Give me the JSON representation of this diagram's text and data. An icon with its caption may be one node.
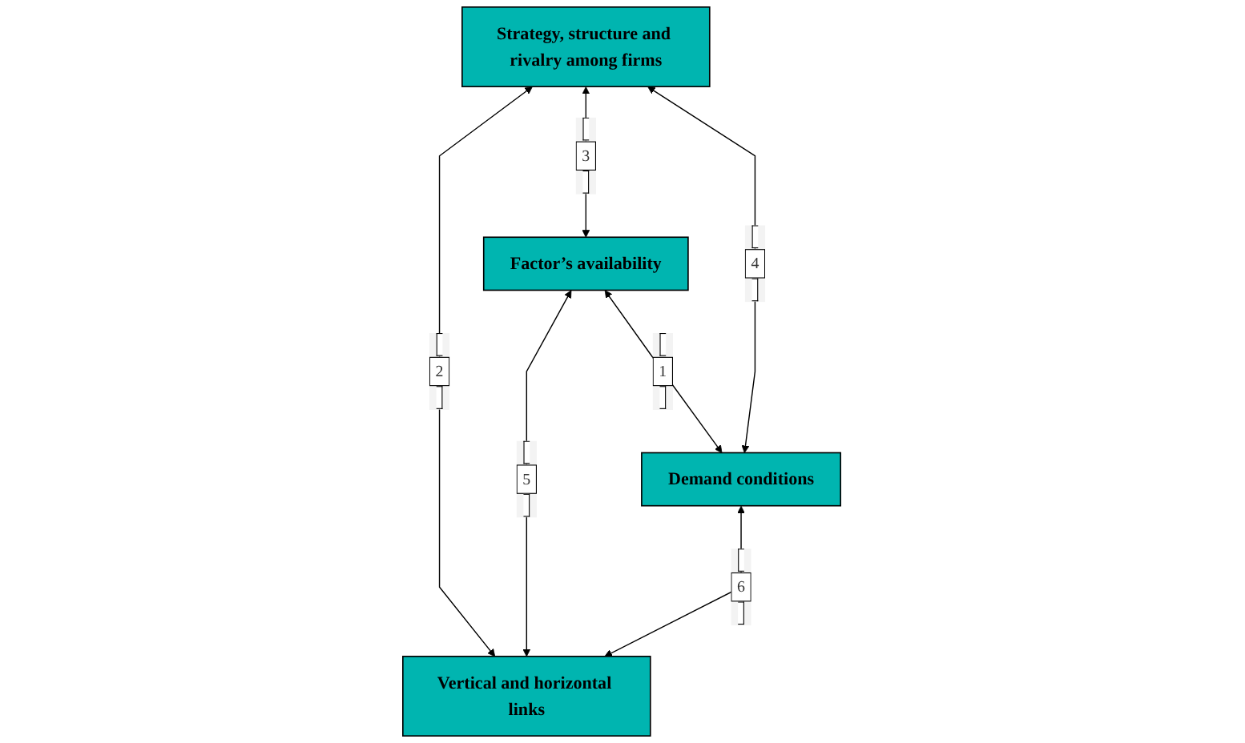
{
  "diagram": {
    "nodes": [
      {
        "text": [
          "Strategy, structure and rivalry among firms"
        ]
      },
      {
        "text": [
          "Factor’s availability"
        ]
      },
      {
        "text": [
          "Demand conditions"
        ]
      },
      {
        "text": [
          "Vertical and horizontal links"
        ]
      }
    ],
    "edges": [
      {
        "from": 1,
        "to": 2,
        "arrow": "both",
        "label": "1"
      },
      {
        "from": 0,
        "to": 3,
        "arrow": "both",
        "label": "2"
      },
      {
        "from": 0,
        "to": 1,
        "arrow": "both",
        "label": "3"
      },
      {
        "from": 0,
        "to": 2,
        "arrow": "both",
        "label": "4"
      },
      {
        "from": 1,
        "to": 3,
        "arrow": "both",
        "label": "5"
      },
      {
        "from": 2,
        "to": 3,
        "arrow": "both",
        "label": "6"
      }
    ]
  }
}
